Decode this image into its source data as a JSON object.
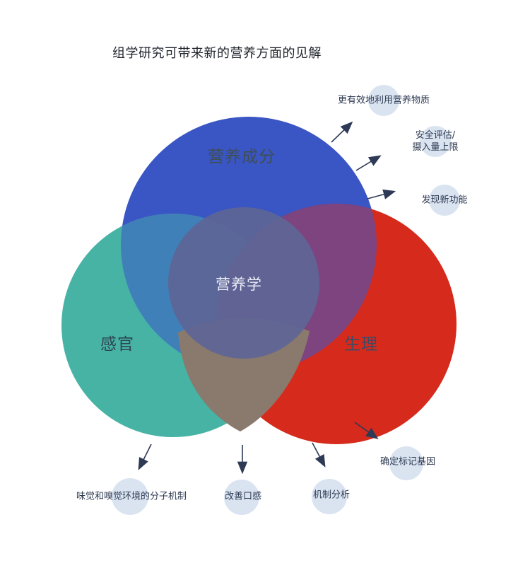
{
  "title": {
    "text": "组学研究可带来新的营养方面的见解"
  },
  "colors": {
    "background": "#ffffff",
    "blue_set": "#3a55c4",
    "teal_set": "#47b3a5",
    "red_set": "#d62a1c",
    "overlap_blue_teal": "#4080b8",
    "overlap_blue_red": "#7d447f",
    "overlap_teal_red": "#8a796d",
    "center_overlay": "rgba(94,101,150,0.93)",
    "callout_circle": "#dae4f1",
    "arrow": "#2e3a55",
    "title_text": "#1e222b",
    "label_blue_set_text": "#3e4f52",
    "label_teal_set_text": "#2e4656",
    "label_red_set_text": "#3c4b66",
    "center_label_text": "#eaecf5",
    "callout_text": "#2e3a52"
  },
  "venn": {
    "sets": [
      {
        "id": "nutrition-components",
        "label": "营养成分"
      },
      {
        "id": "sensory",
        "label": "感官"
      },
      {
        "id": "physiology",
        "label": "生理"
      }
    ],
    "center": {
      "label": "营养学"
    },
    "overlaps": [
      {
        "between": "营养成分+感官"
      },
      {
        "between": "营养成分+生理"
      },
      {
        "between": "感官+生理"
      },
      {
        "between": "营养成分+感官+生理 (中心)"
      }
    ]
  },
  "callouts": [
    {
      "id": "use-nutrients",
      "lines": [
        "更有效地利用营养物质"
      ]
    },
    {
      "id": "safety",
      "lines": [
        "安全评估/",
        "摄入量上限"
      ]
    },
    {
      "id": "new-functions",
      "lines": [
        "发现新功能"
      ]
    },
    {
      "id": "marker-genes",
      "lines": [
        "确定标记基因"
      ]
    },
    {
      "id": "mechanism",
      "lines": [
        "机制分析"
      ]
    },
    {
      "id": "taste",
      "lines": [
        "改善口感"
      ]
    },
    {
      "id": "molecular",
      "lines": [
        "味觉和嗅觉环境的分子机制"
      ]
    }
  ]
}
